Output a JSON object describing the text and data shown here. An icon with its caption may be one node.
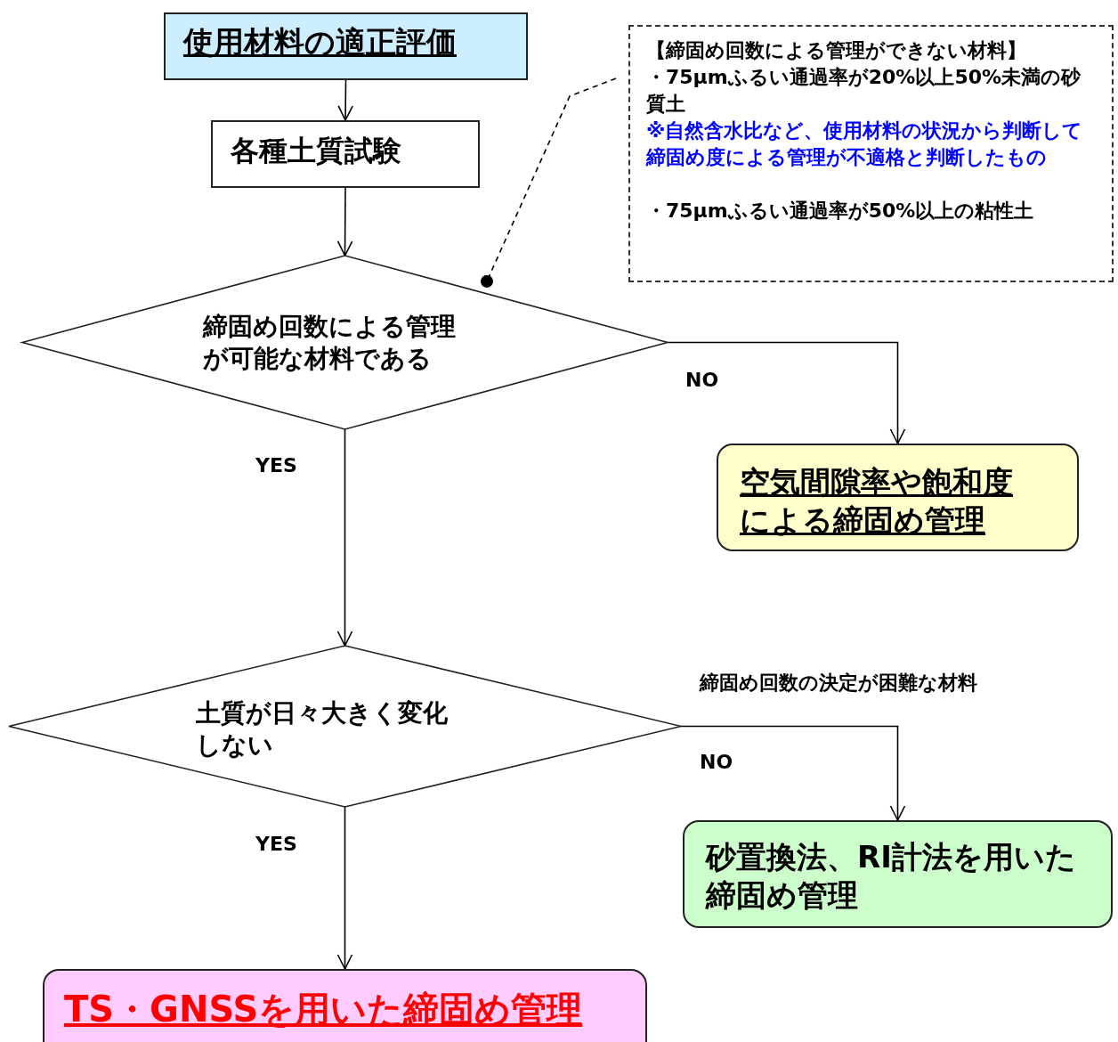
{
  "diagram": {
    "nodes": [
      {
        "text": [
          "使用材料の適正評価"
        ]
      },
      {
        "text": [
          "各種土質試験"
        ]
      },
      {
        "text": [
          "締固め回数による管理が可能な材料である"
        ]
      },
      {
        "text": [
          "空気間隙率や飽和度による締固め管理"
        ]
      },
      {
        "text": [
          "土質が日々大きく変化しない"
        ]
      },
      {
        "text": [
          "砂置換法、RI計法を用いた締固め管理"
        ]
      },
      {
        "text": [
          "TS・GNSSを用いた締固め管理"
        ]
      },
      {
        "text": [
          "【締固め回数による管理ができない材料】",
          "・75μmふるい通過率が20%以上50%未満の砂質土",
          "※自然含水比など、使用材料の状況から判断して締固め度による管理が不適格と判断したもの",
          "・75μmふるい通過率が50%以上の粘性土"
        ]
      }
    ],
    "edges": [
      {
        "from": 0,
        "to": 1,
        "arrow": "to"
      },
      {
        "from": 1,
        "to": 2,
        "arrow": "to"
      },
      {
        "from": 2,
        "to": 3,
        "arrow": "to",
        "label": "NO"
      },
      {
        "from": 2,
        "to": 4,
        "arrow": "to",
        "label": "YES"
      },
      {
        "from": 4,
        "to": 5,
        "arrow": "to",
        "label": "NO"
      },
      {
        "from": 4,
        "to": 6,
        "arrow": "to",
        "label": "YES"
      },
      {
        "from": 7,
        "to": 2,
        "arrow": "other",
        "style": "dashed"
      }
    ],
    "labels": [
      "締固め回数の決定が困難な材料"
    ]
  }
}
